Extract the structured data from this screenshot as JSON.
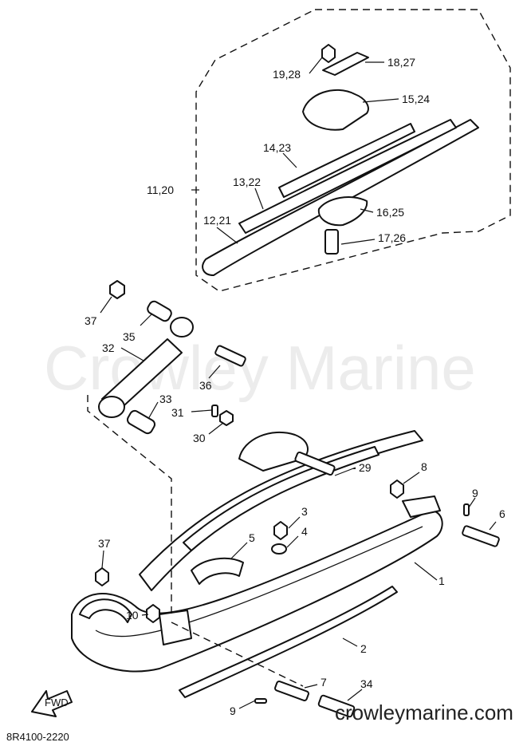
{
  "watermark": "Crowley Marine",
  "site_url": "crowleymarine.com",
  "diagram_code": "8R4100-2220",
  "fwd_label": "FWD",
  "labels": {
    "p1": "1",
    "p2": "2",
    "p3": "3",
    "p4": "4",
    "p5": "5",
    "p6": "6",
    "p7": "7",
    "p8": "8",
    "p9a": "9",
    "p9b": "9",
    "p10": "10",
    "p11": "11,20",
    "p12": "12,21",
    "p13": "13,22",
    "p14": "14,23",
    "p15": "15,24",
    "p16": "16,25",
    "p17": "17,26",
    "p18": "18,27",
    "p19": "19,28",
    "p29": "29",
    "p30": "30",
    "p31": "31",
    "p32": "32",
    "p33": "33",
    "p34": "34",
    "p35": "35",
    "p36": "36",
    "p37a": "37",
    "p37b": "37"
  },
  "accent_color": "#111111"
}
